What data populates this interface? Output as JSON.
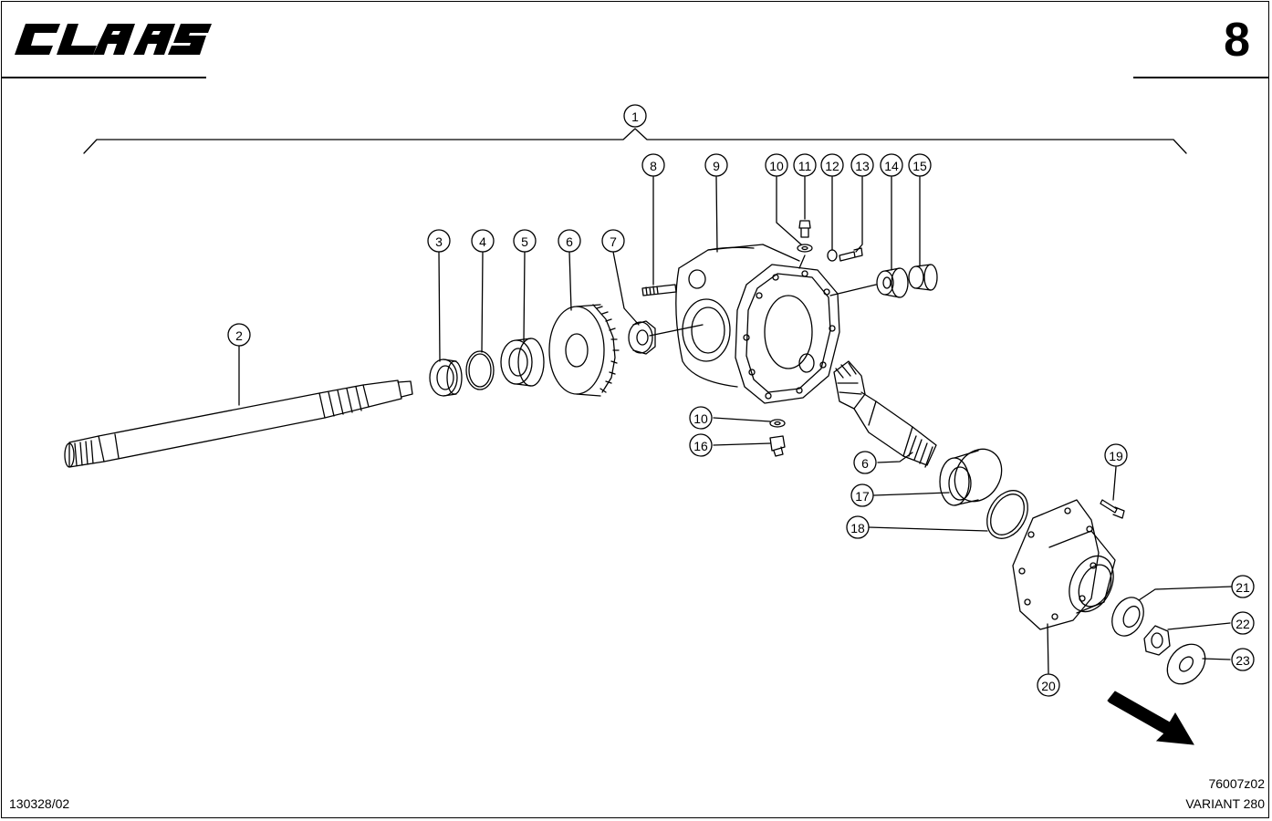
{
  "header": {
    "brand": "CLAAS",
    "page_number": "8"
  },
  "footer": {
    "left_code": "130328/02",
    "drawing_code": "76007z02",
    "model": "VARIANT 280"
  },
  "callouts": [
    {
      "id": "c1",
      "label": "1"
    },
    {
      "id": "c2",
      "label": "2"
    },
    {
      "id": "c3",
      "label": "3"
    },
    {
      "id": "c4",
      "label": "4"
    },
    {
      "id": "c5",
      "label": "5"
    },
    {
      "id": "c6a",
      "label": "6"
    },
    {
      "id": "c7",
      "label": "7"
    },
    {
      "id": "c8",
      "label": "8"
    },
    {
      "id": "c9",
      "label": "9"
    },
    {
      "id": "c10a",
      "label": "10"
    },
    {
      "id": "c11",
      "label": "11"
    },
    {
      "id": "c12",
      "label": "12"
    },
    {
      "id": "c13",
      "label": "13"
    },
    {
      "id": "c14",
      "label": "14"
    },
    {
      "id": "c15",
      "label": "15"
    },
    {
      "id": "c10b",
      "label": "10"
    },
    {
      "id": "c16",
      "label": "16"
    },
    {
      "id": "c6b",
      "label": "6"
    },
    {
      "id": "c17",
      "label": "17"
    },
    {
      "id": "c18",
      "label": "18"
    },
    {
      "id": "c19",
      "label": "19"
    },
    {
      "id": "c20",
      "label": "20"
    },
    {
      "id": "c21",
      "label": "21"
    },
    {
      "id": "c22",
      "label": "22"
    },
    {
      "id": "c23",
      "label": "23"
    }
  ]
}
